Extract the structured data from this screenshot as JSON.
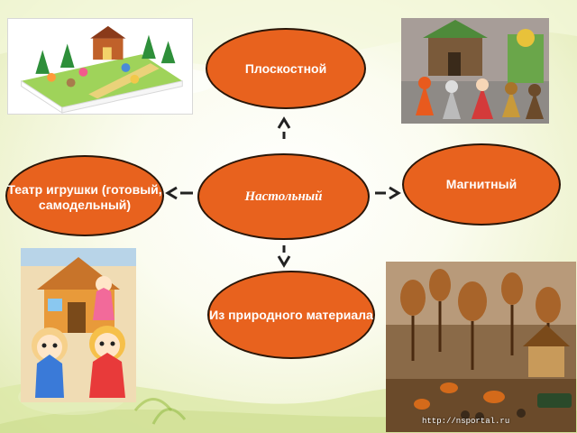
{
  "nodes": {
    "top": "Плоскостной",
    "center": "Настольный",
    "left": "Театр игрушки (готовый, самодельный)",
    "right": "Магнитный",
    "bottom": "Из природного материала"
  },
  "watermark": "http://nsportal.ru",
  "colors": {
    "node_fill": "#e8621e",
    "node_border": "#2a1608",
    "node_text": "#ffffff",
    "arrow": "#222222"
  },
  "photos": [
    "paper-theater-set",
    "toy-figures-with-house",
    "doll-puppets-with-house",
    "natural-material-scene"
  ]
}
